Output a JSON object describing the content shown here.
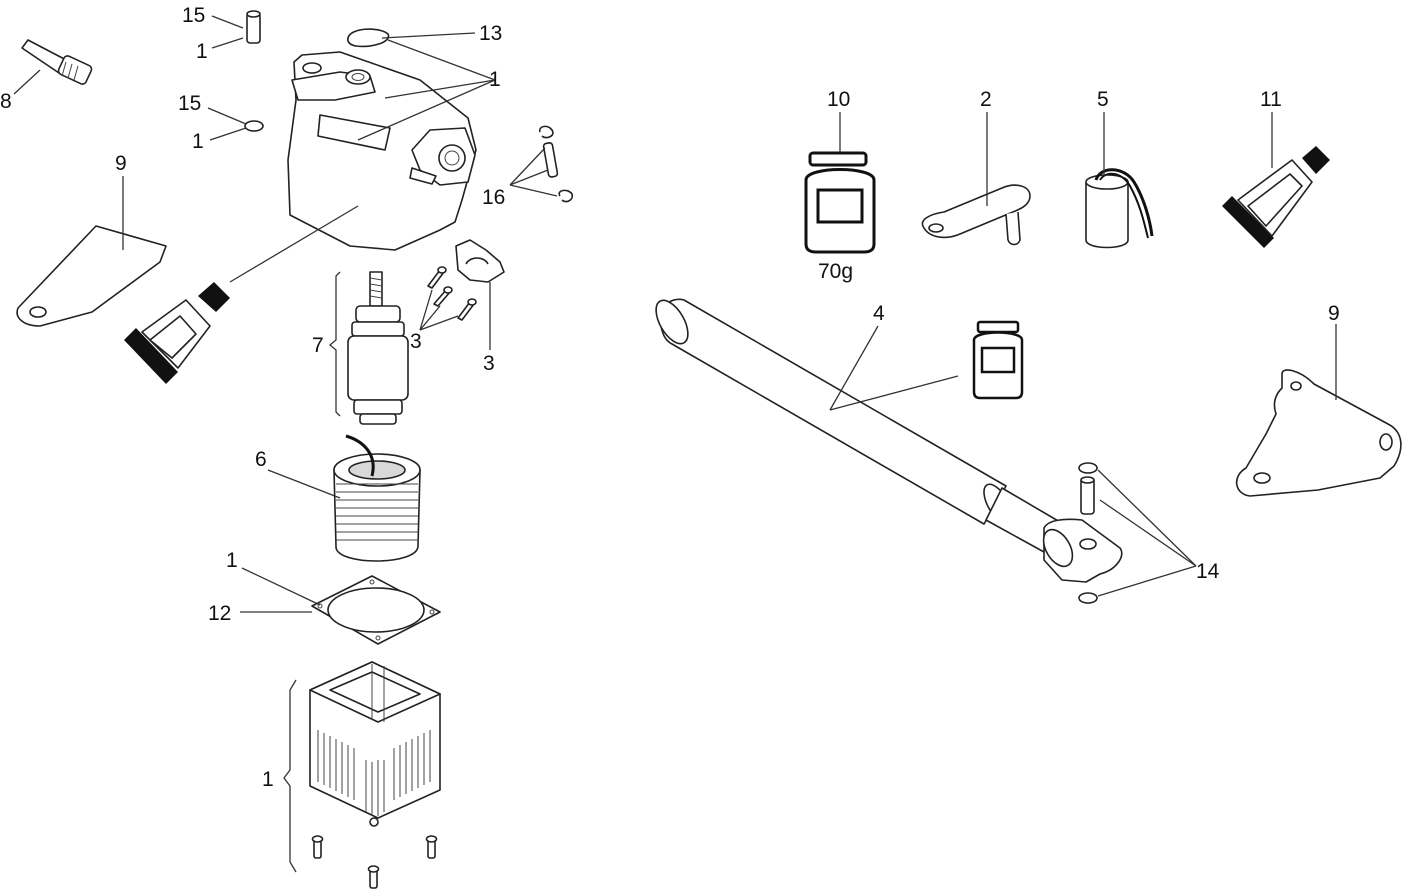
{
  "labels": {
    "p15a": "15",
    "p1a": "1",
    "p13": "13",
    "p1b": "1",
    "p8": "8",
    "p15b": "15",
    "p1c": "1",
    "p9a": "9",
    "p16": "16",
    "p7": "7",
    "p3a": "3",
    "p3b": "3",
    "p6": "6",
    "p1d": "1",
    "p12": "12",
    "p1e": "1",
    "p10": "10",
    "p2": "2",
    "p5": "5",
    "p11": "11",
    "weight": "70g",
    "p4": "4",
    "p9b": "9",
    "p14": "14"
  },
  "icons": [
    "grease-jar-icon",
    "release-lever-icon",
    "capacitor-icon",
    "sealant-tube-icon"
  ],
  "colors": {
    "line": "#222222",
    "fill_dark": "#111111",
    "background": "#ffffff"
  }
}
